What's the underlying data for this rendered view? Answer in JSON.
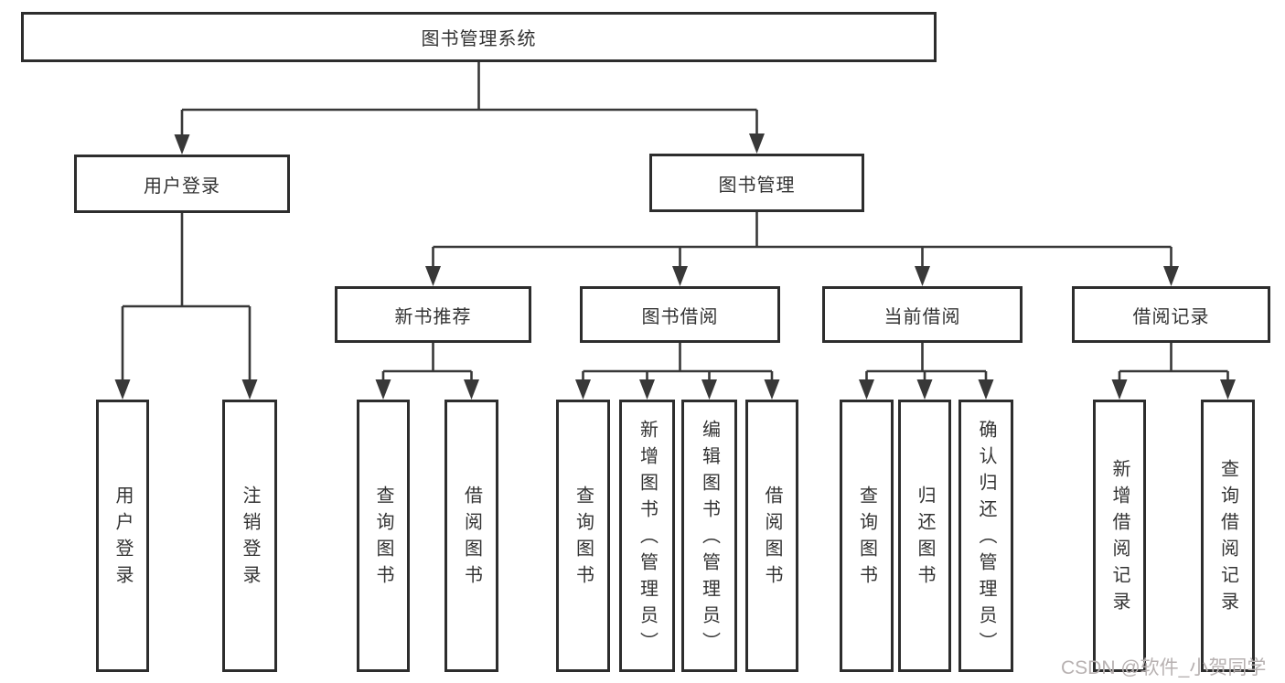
{
  "diagram": {
    "root": "图书管理系统",
    "user_login": {
      "label": "用户登录",
      "leaves": [
        "用户登录",
        "注销登录"
      ]
    },
    "book_mgmt": {
      "label": "图书管理",
      "groups": [
        {
          "label": "新书推荐",
          "leaves": [
            "查询图书",
            "借阅图书"
          ]
        },
        {
          "label": "图书借阅",
          "leaves": [
            "查询图书",
            "新增图书（管理员）",
            "编辑图书（管理员）",
            "借阅图书"
          ]
        },
        {
          "label": "当前借阅",
          "leaves": [
            "查询图书",
            "归还图书",
            "确认归还（管理员）"
          ]
        },
        {
          "label": "借阅记录",
          "leaves": [
            "新增借阅记录",
            "查询借阅记录"
          ]
        }
      ]
    },
    "colors": {
      "line": "#383838",
      "border": "#2d2d2d",
      "text": "#333333",
      "watermark": "#b7b1b1"
    },
    "watermark": "CSDN @软件_小贺同学"
  }
}
